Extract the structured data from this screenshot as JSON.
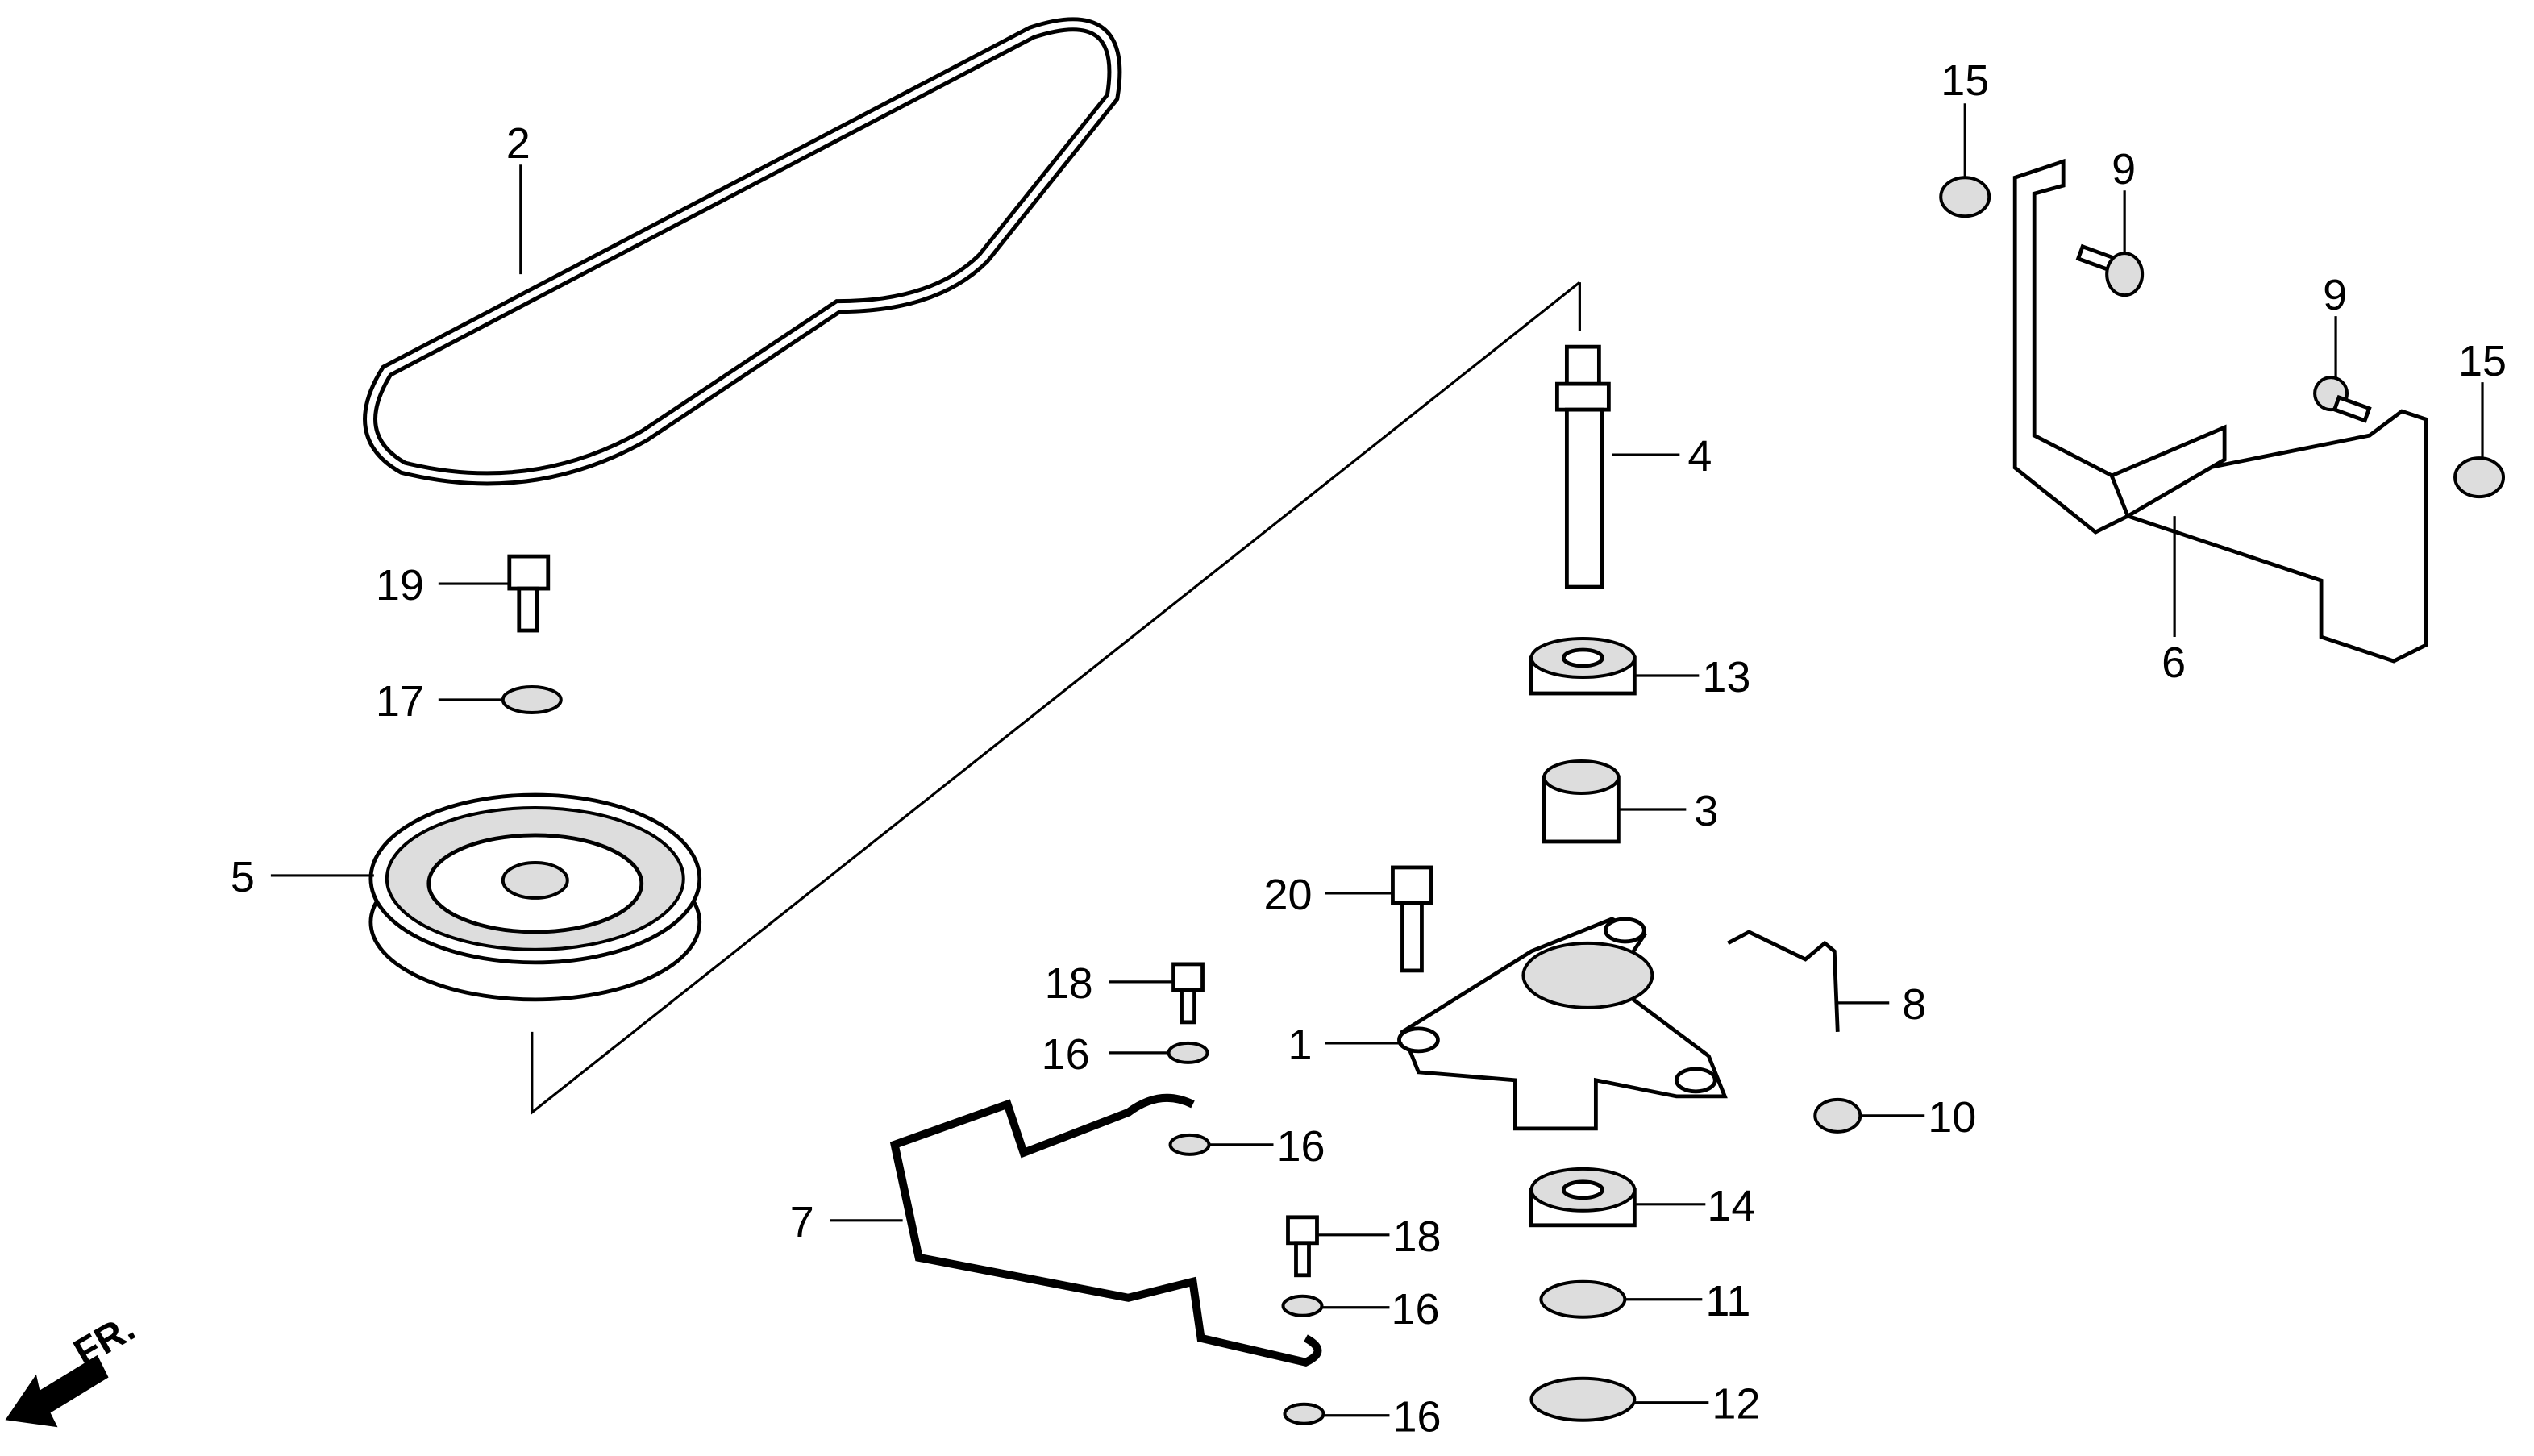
{
  "diagram": {
    "labels": {
      "p1": "1",
      "p2": "2",
      "p3": "3",
      "p4": "4",
      "p5": "5",
      "p6": "6",
      "p7": "7",
      "p8": "8",
      "p9a": "9",
      "p9b": "9",
      "p10": "10",
      "p11": "11",
      "p12": "12",
      "p13": "13",
      "p14": "14",
      "p15a": "15",
      "p15b": "15",
      "p16a": "16",
      "p16b": "16",
      "p16c": "16",
      "p16d": "16",
      "p17": "17",
      "p18a": "18",
      "p18b": "18",
      "p19": "19",
      "p20": "20"
    },
    "direction_marker": "FR."
  }
}
